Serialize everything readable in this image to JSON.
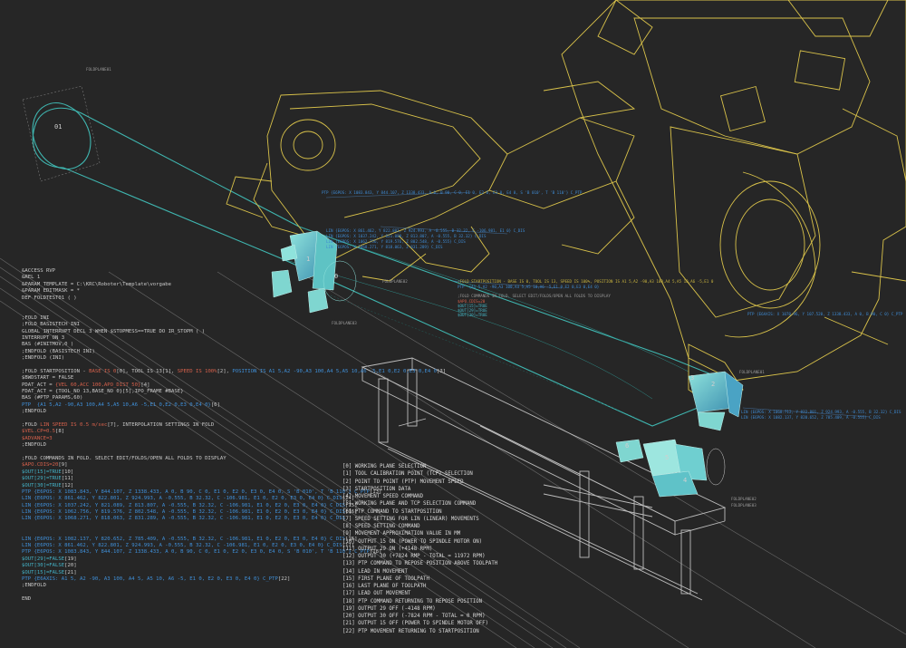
{
  "code": [
    {
      "t": "&ACCESS RVP"
    },
    {
      "t": "&REL 1"
    },
    {
      "t": "&PARAM TEMPLATE = C:\\KRC\\Roboter\\Template\\vorgabe"
    },
    {
      "t": "&PARAM EDITMASK = *"
    },
    {
      "t": "DEF FOLDTEST01 ( )"
    },
    {
      "t": ""
    },
    {
      "t": ""
    },
    {
      "t": ";FOLD INI"
    },
    {
      "t": ";FOLD BASISTECH INI"
    },
    {
      "t": "GLOBAL INTERRUPT DECL 3 WHEN $STOPMESS==TRUE DO IR_STOPM ( )"
    },
    {
      "t": "INTERRUPT ON 3"
    },
    {
      "t": "BAS (#INITMOV,0 )"
    },
    {
      "t": ";ENDFOLD (BASISTECH INI)"
    },
    {
      "t": ";ENDFOLD (INI)"
    },
    {
      "t": ""
    },
    {
      "segs": [
        {
          "t": ";FOLD STARTPOSITION - "
        },
        {
          "t": "BASE IS 0",
          "c": "r"
        },
        {
          "t": "[0], TOOL IS 13[1], "
        },
        {
          "t": "SPEED IS 100%",
          "c": "r"
        },
        {
          "t": "[2], "
        },
        {
          "t": "POSITION IS A1 5,A2 -90,A3 100,A4 5,A5 10,A6 -5,E1 0,E2 0,E3 0,E4 0",
          "c": "b"
        },
        {
          "t": "[3]"
        }
      ]
    },
    {
      "t": "$BWDSTART = FALSE"
    },
    {
      "segs": [
        {
          "t": "PDAT_ACT = "
        },
        {
          "t": "{VEL 60,ACC 100,APO_DIST 50}",
          "c": "r"
        },
        {
          "t": "[4]"
        }
      ]
    },
    {
      "t": "FDAT_ACT = {TOOL_NO 13,BASE_NO 0}[5],IPO_FRAME #BASE}"
    },
    {
      "t": "BAS (#PTP_PARAMS,60)"
    },
    {
      "segs": [
        {
          "t": "PTP  {A1 5,A2 -90,A3 100,A4 5,A5 10,A6 -5,E1 0,E2 0,E3 0,E4 0}",
          "c": "b"
        },
        {
          "t": "[6]"
        }
      ]
    },
    {
      "t": ";ENDFOLD"
    },
    {
      "t": ""
    },
    {
      "segs": [
        {
          "t": ";FOLD "
        },
        {
          "t": "LIN SPEED IS 0.5 m/sec",
          "c": "r"
        },
        {
          "t": "[7], INTERPOLATION SETTINGS IN FOLD"
        }
      ]
    },
    {
      "segs": [
        {
          "t": "$VEL.CP=0.5",
          "c": "r"
        },
        {
          "t": "[8]"
        }
      ]
    },
    {
      "segs": [
        {
          "t": "$ADVANCE=3",
          "c": "r"
        }
      ]
    },
    {
      "t": ";ENDFOLD"
    },
    {
      "t": ""
    },
    {
      "t": ";FOLD COMMANDS IN FOLD. SELECT EDIT/FOLDS/OPEN ALL FOLDS TO DISPLAY"
    },
    {
      "segs": [
        {
          "t": "$APO.CDIS=20",
          "c": "r"
        },
        {
          "t": "[9]"
        }
      ]
    },
    {
      "segs": [
        {
          "t": "$OUT[15]=TRUE",
          "c": "cy"
        },
        {
          "t": "[10]"
        }
      ]
    },
    {
      "segs": [
        {
          "t": "$OUT[29]=TRUE",
          "c": "cy"
        },
        {
          "t": "[11]"
        }
      ]
    },
    {
      "segs": [
        {
          "t": "$OUT[30]=TRUE",
          "c": "cy"
        },
        {
          "t": "[12]"
        }
      ]
    },
    {
      "segs": [
        {
          "t": "PTP {E6POS: X 1083.843, Y 844.107, Z 1338.433, A 0, B 90, C 0, E1 0, E2 0, E3 0, E4 0, S 'B 010', T 'B 110'} C_PTP",
          "c": "b"
        },
        {
          "t": "[13]"
        }
      ]
    },
    {
      "segs": [
        {
          "t": "LIN {E6POS: X 861.462, Y 822.801, Z 924.993, A -0.555, B 32.32, C -106.981, E1 0, E2 0, E3 0, E4 0} C_DIS",
          "c": "b"
        },
        {
          "t": "[14]"
        }
      ]
    },
    {
      "segs": [
        {
          "t": "LIN {E6POS: X 1037.242, Y 821.089, Z 813.807, A -0.555, B 32.32, C -106.981, E1 0, E2 0, E3 0, E4 0} C_DIS",
          "c": "b"
        },
        {
          "t": "[15]"
        }
      ]
    },
    {
      "segs": [
        {
          "t": "LIN {E6POS: X 1062.756, Y 819.576, Z 802.548, A -0.555, B 32.32, C -106.981, E1 0, E2 0, E3 0, E4 0} C_DIS",
          "c": "b"
        },
        {
          "t": "[16]"
        }
      ]
    },
    {
      "segs": [
        {
          "t": "LIN {E6POS: X 1068.271, Y 818.063, Z 831.289, A -0.555, B 32.32, C -106.981, E1 0, E2 0, E3 0, E4 0} C_DIS",
          "c": "b"
        }
      ]
    },
    {
      "t": ""
    },
    {
      "t": ""
    },
    {
      "segs": [
        {
          "t": "LIN {E6POS: X 1082.137, Y 820.652, Z 785.409, A -0.555, B 32.32, C -106.981, E1 0, E2 0, E3 0, E4 0} C_DIS",
          "c": "b"
        },
        {
          "t": "[16]"
        }
      ]
    },
    {
      "segs": [
        {
          "t": "LIN {E6POS: X 861.462, Y 822.801, Z 924.993, A -0.555, B 32.32, C -106.981, E1 0, E2 0, E3 0, E4 0} C_DIS",
          "c": "b"
        },
        {
          "t": "[17]"
        }
      ]
    },
    {
      "segs": [
        {
          "t": "PTP {E6POS: X 1083.843, Y 844.107, Z 1338.433, A 0, B 90, C 0, E1 0, E2 0, E3 0, E4 0, S 'B 010', T 'B 110'} C_PTP",
          "c": "b"
        },
        {
          "t": "[18]"
        }
      ]
    },
    {
      "segs": [
        {
          "t": "$OUT[29]=FALSE",
          "c": "cy"
        },
        {
          "t": "[19]"
        }
      ]
    },
    {
      "segs": [
        {
          "t": "$OUT[30]=FALSE",
          "c": "cy"
        },
        {
          "t": "[20]"
        }
      ]
    },
    {
      "segs": [
        {
          "t": "$OUT[15]=FALSE",
          "c": "cy"
        },
        {
          "t": "[21]"
        }
      ]
    },
    {
      "segs": [
        {
          "t": "PTP {E6AXIS: A1 5, A2 -90, A3 100, A4 5, A5 10, A6 -5, E1 0, E2 0, E3 0, E4 0} C_PTP",
          "c": "b"
        },
        {
          "t": "[22]"
        }
      ]
    },
    {
      "t": ";ENDFOLD"
    },
    {
      "t": ""
    },
    {
      "t": "END"
    }
  ],
  "legend": [
    "[0] WORKING PLANE SELECTION",
    "[1] TOOL CALIBRATION POINT (TCP) SELECTION",
    "[2] POINT TO POINT (PTP) MOVEMENT SPEED",
    "[3] STARTPOSITION DATA",
    "[4] MOVEMENT SPEED COMMAND",
    "[5] WORKING PLANE AND TCP SELECTION COMMAND",
    "[6] PTP COMMAND TO STARTPOSITION",
    "[7] SPEED SETTING FOR LIN (LINEAR) MOVEMENTS",
    "[8] SPEED SETTING COMMAND",
    "[9] MOVEMENT APPROXIMATION VALUE IN MM",
    "[10] OUTPUT 15 ON (POWER TO SPINDLE MOTOR ON)",
    "[11] OUTPUT 29 ON (+4148 RPM)",
    "[12] OUTPUT 30 (+7824 RMP - TOTAL = 11972 RPM)",
    "[13] PTP COMMAND TO REPOSE POSITION ABOVE TOOLPATH",
    "[14] LEAD IN MOVEMENT",
    "[15] FIRST PLANE OF TOOLPATH",
    "[16] LAST PLANE OF TOOLPATH",
    "[17] LEAD OUT MOVEMENT",
    "[18] PTP COMMAND RETURNING TO REPOSE POSITION",
    "[19] OUTPUT 29 OFF (-4148 RPM)",
    "[20] OUTPUT 30 OFF (-7824 RPM - TOTAL = 0 RPM)",
    "[21] OUTPUT 15 OFF (POWER TO SPINDLE MOTOR OFF)",
    "[22] PTP MOVEMENT RETURNING TO STARTPOSITION"
  ],
  "labels": {
    "fold01": "FOLDPLANE01",
    "tube_number": "01",
    "fold_a": "FOLDPLANE02",
    "fold_b": "FOLDPLANE03",
    "fold_c": "FOLDPLANE01",
    "fold_d": "FOLDPLANE02",
    "fold_e": "FOLDPLANE03",
    "start_note": ";FOLD STARTPOSITION - BASE IS 0, TOOL IS 13, SPEED IS 100%, POSITION IS A1 5,A2 -90,A3 100,A4 5,A5 10,A6 -5,E1 0",
    "start_note2": "PTP  {A1 5,A2 -90,A3 100,A4 5,A5 10,A6 -5,E1 0,E2 0,E3 0,E4 0}",
    "cmd_note": ";FOLD COMMANDS IN FOLD. SELECT EDIT/FOLDS/OPEN ALL FOLDS TO DISPLAY",
    "cmd_apo": "$APO.CDIS=20",
    "cmd_o1": "$OUT[15]=TRUE",
    "cmd_o2": "$OUT[29]=TRUE",
    "cmd_o3": "$OUT[30]=TRUE",
    "ptp_top": "PTP {E6POS: X 1083.843, Y 844.107, Z 1338.433, A 0, B 90, C 0, E1 0, E2 0, E3 0, E4 0, S 'B 010', T 'B 110'} C_PTP",
    "lin_a": "LIN {E6POS: X 861.462, Y 822.801, Z 924.993, A -0.555, B 32.32, C -106.981, E1 0} C_DIS",
    "lin_b": "LIN {E6POS: X 1037.242, Y 821.089, Z 813.807, A -0.555, B 32.32} C_DIS",
    "lin_c": "LIN {E6POS: X 1062.756, Y 819.576, Z 802.548, A -0.555} C_DIS",
    "lin_d": "LIN {E6POS: X 1068.271, Y 818.063, Z 831.289} C_DIS",
    "r_ptp": "PTP {E6AXIS: X 1078.96, Y 107.520, Z 1338.433, A 0, B 90, C 0} C_PTP",
    "r_lin1": "LIN {E6POS: X 1068.712, Y 822.801, Z 924.993, A -0.555, B 32.32} C_DIS",
    "r_lin2": "LIN {E6POS: X 1082.137, Y 820.652, Z 785.409, A -0.555} C_DIS",
    "seg_labels": [
      "0",
      "1",
      "2",
      "3",
      "4",
      "5",
      "6"
    ]
  },
  "colors": {
    "background": "#262626",
    "robot": "#d9c24a",
    "tube": "#3fb6b0",
    "frame": "#bdbdbd",
    "segments": "#6fd7d2",
    "accent_red": "#d5604b",
    "accent_blue": "#3e8ad2"
  }
}
